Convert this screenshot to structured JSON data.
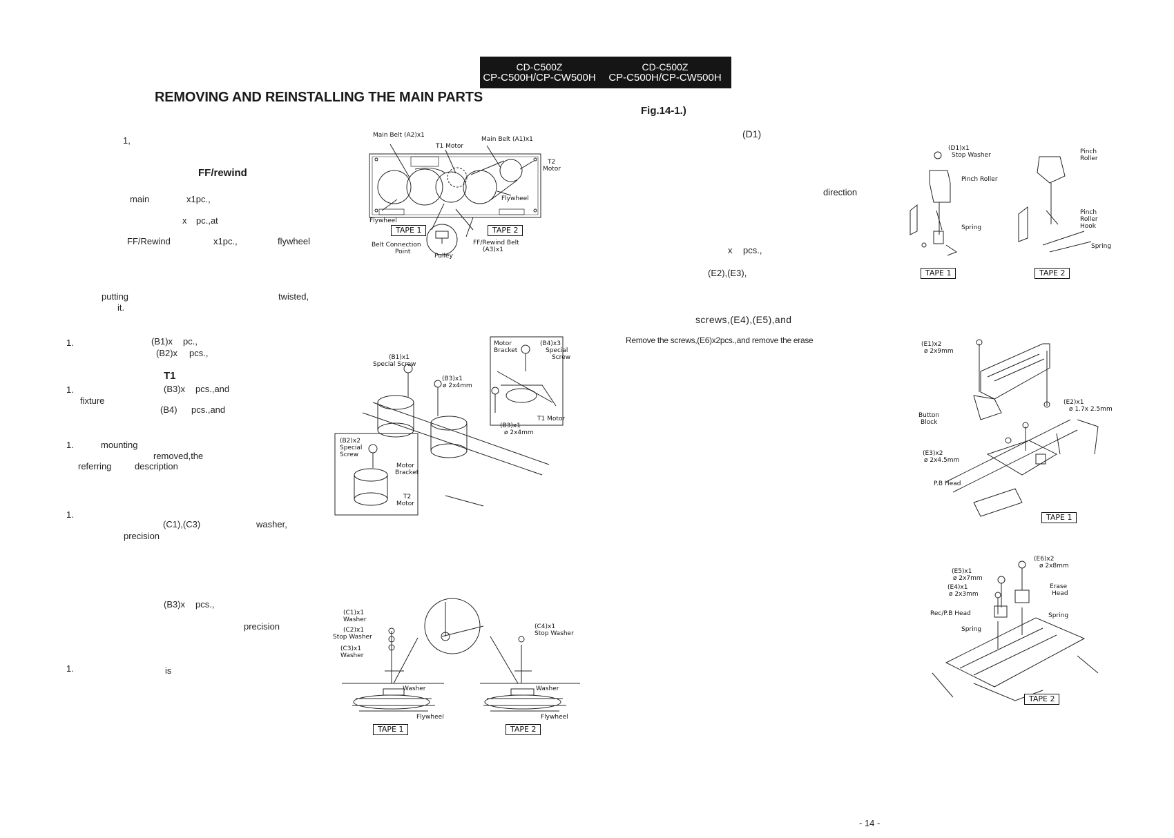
{
  "header": {
    "left": {
      "line1": "CD-C500Z",
      "line2": "CP-C500H/CP-CW500H"
    },
    "right": {
      "line1": "CD-C500Z",
      "line2": "CP-C500H/CP-CW500H"
    }
  },
  "title": "REMOVING AND REINSTALLING THE MAIN PARTS",
  "fig_ref": "Fig.14-1.)",
  "page_number": "- 14 -",
  "left_text": {
    "t01": "1,",
    "t02": "FF/rewind",
    "t03": "main",
    "t04": "x1pc.,",
    "t05": "x",
    "t06": "pc.,at",
    "t07": "FF/Rewind",
    "t08": "x1pc.,",
    "t09": "flywheel",
    "t10": "putting",
    "t11": "twisted,",
    "t12": "it.",
    "t13": "1.",
    "t14": "(B1)x",
    "t15": "pc.,",
    "t16": "(B2)x",
    "t17": "pcs.,",
    "t18": "T1",
    "t19": "1.",
    "t20": "(B3)x",
    "t21": "pcs.,and",
    "t22": "fixture",
    "t23": "(B4)",
    "t24": "pcs.,and",
    "t25": "1.",
    "t26": "mounting",
    "t27": "removed,the",
    "t28": "referring",
    "t29": "description",
    "t30": "1.",
    "t31": "(C1),(C3)",
    "t32": "washer,",
    "t33": "precision",
    "t34": "(B3)x",
    "t35": "pcs.,",
    "t36": "precision",
    "t37": "1.",
    "t38": "is"
  },
  "right_text": {
    "r01": "(D1)",
    "r02": "direction",
    "r03": "x",
    "r04": "pcs.,",
    "r05": "(E2),(E3),",
    "r06": "screws,(E4),(E5),and",
    "r07": "Remove the screws,(E6)x2pcs.,and remove the erase"
  },
  "fig1": {
    "main_belt_a2": "Main Belt (A2)x1",
    "main_belt_a1": "Main Belt (A1)x1",
    "t1_motor": "T1 Motor",
    "t2_motor": "T2",
    "motor": "Motor",
    "flywheel_r": "Flywheel",
    "flywheel_l": "Flywheel",
    "tape1": "TAPE 1",
    "tape2": "TAPE 2",
    "belt_conn": "Belt Connection",
    "point": "Point",
    "pulley": "Pulley",
    "ff_rewind_belt": "FF/Rewind Belt",
    "a3": "(A3)x1"
  },
  "fig2": {
    "b1": "(B1)x1",
    "special_screw": "Special Screw",
    "b3a": "(B3)x1",
    "b3a_dim": "ø 2x4mm",
    "motor_bracket": "Motor",
    "bracket": "Bracket",
    "b4": "(B4)x3",
    "special": "Special",
    "screw": "Screw",
    "t1_motor": "T1 Motor",
    "b3b": "(B3)x1",
    "b3b_dim": "ø 2x4mm",
    "b2": "(B2)x2",
    "special2": "Special",
    "screw2": "Screw",
    "motor2": "Motor",
    "bracket2": "Bracket",
    "t2": "T2",
    "motor3": "Motor"
  },
  "fig3": {
    "c1": "(C1)x1",
    "washer1": "Washer",
    "c2": "(C2)x1",
    "stop_washer": "Stop Washer",
    "c3": "(C3)x1",
    "washer2": "Washer",
    "c4": "(C4)x1",
    "stop_washer2": "Stop Washer",
    "washer_l": "Washer",
    "washer_r": "Washer",
    "flywheel_l": "Flywheel",
    "flywheel_r": "Flywheel",
    "tape1": "TAPE 1",
    "tape2": "TAPE 2"
  },
  "fig4": {
    "d1": "(D1)x1",
    "stop_washer": "Stop Washer",
    "pinch_roller": "Pinch Roller",
    "spring": "Spring",
    "pinch": "Pinch",
    "roller": "Roller",
    "pinch2": "Pinch",
    "roller2": "Roller",
    "hook": "Hook",
    "spring2": "Spring",
    "tape1": "TAPE 1",
    "tape2": "TAPE 2"
  },
  "fig5": {
    "e1": "(E1)x2",
    "e1_dim": "ø 2x9mm",
    "e2": "(E2)x1",
    "e2_dim": "ø 1.7x 2.5mm",
    "button": "Button",
    "block": "Block",
    "e3": "(E3)x2",
    "e3_dim": "ø 2x4.5mm",
    "pb_head": "P.B Head",
    "tape1": "TAPE 1"
  },
  "fig6": {
    "e6": "(E6)x2",
    "e6_dim": "ø 2x8mm",
    "e5": "(E5)x1",
    "e5_dim": "ø 2x7mm",
    "e4": "(E4)x1",
    "e4_dim": "ø 2x3mm",
    "erase": "Erase",
    "head": "Head",
    "rec_pb_head": "Rec/P.B Head",
    "spring": "Spring",
    "spring2": "Spring",
    "tape2": "TAPE 2"
  }
}
